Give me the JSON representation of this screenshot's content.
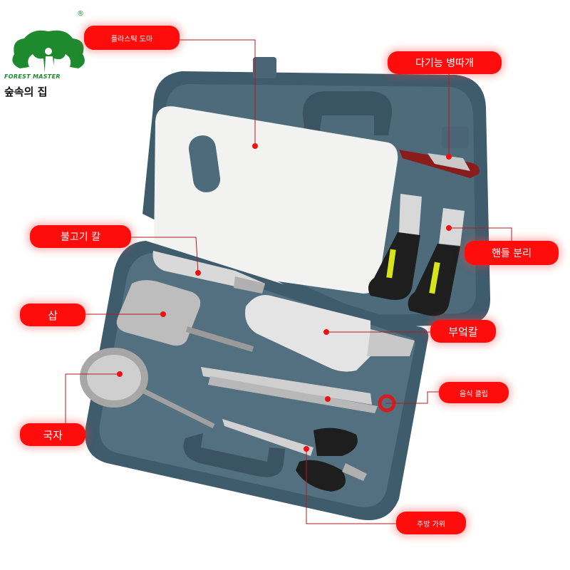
{
  "logo": {
    "brand_en": "FOREST MASTER",
    "brand_ko": "숲속의 집",
    "registered": "®"
  },
  "colors": {
    "label_bg": "#ff0d0d",
    "case": "#3f5c6c",
    "case_light": "#5f7f8e",
    "line": "#b31b1b",
    "brand_green": "#1d8a2e"
  },
  "labels": {
    "cutting_board": "플라스틱 도마",
    "multi_opener": "다기능 병따개",
    "bulgogi_knife": "불고기 칼",
    "handle_separate": "핸들 분리",
    "spatula": "삽",
    "kitchen_knife": "부엌칼",
    "ladle": "국자",
    "food_clip": "음식 클립",
    "kitchen_scissors": "주방 가위"
  }
}
